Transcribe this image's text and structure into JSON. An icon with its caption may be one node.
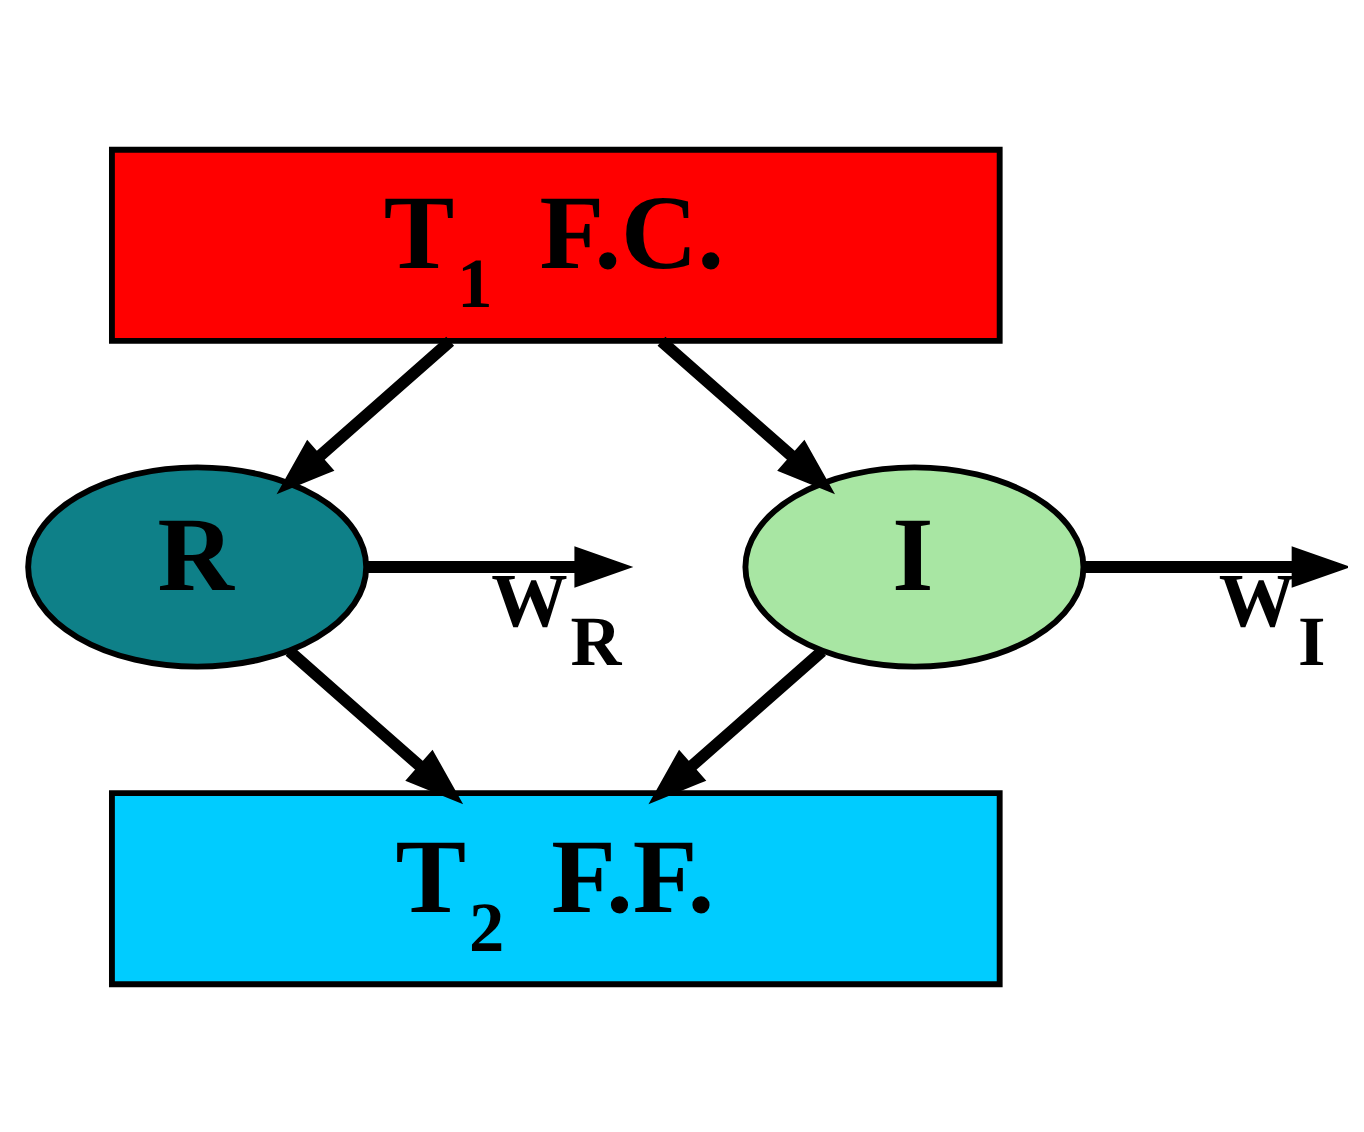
{
  "diagram": {
    "nodes": [
      {
        "text": [
          "T$_{1}$ F.C."
        ]
      },
      {
        "text": [
          "R"
        ]
      },
      {
        "text": [
          "I"
        ]
      },
      {
        "text": [
          "T$_{2}$ F.F."
        ]
      }
    ],
    "edges": [
      {
        "from": 0,
        "to": 1,
        "arrow": "to"
      },
      {
        "from": 0,
        "to": 2,
        "arrow": "to"
      },
      {
        "from": 1,
        "to": null,
        "arrow": "to",
        "label": "W$_{R}$"
      },
      {
        "from": 2,
        "to": null,
        "arrow": "to",
        "label": "W$_{I}$"
      },
      {
        "from": 1,
        "to": 3,
        "arrow": "to"
      },
      {
        "from": 2,
        "to": 3,
        "arrow": "to"
      }
    ]
  }
}
